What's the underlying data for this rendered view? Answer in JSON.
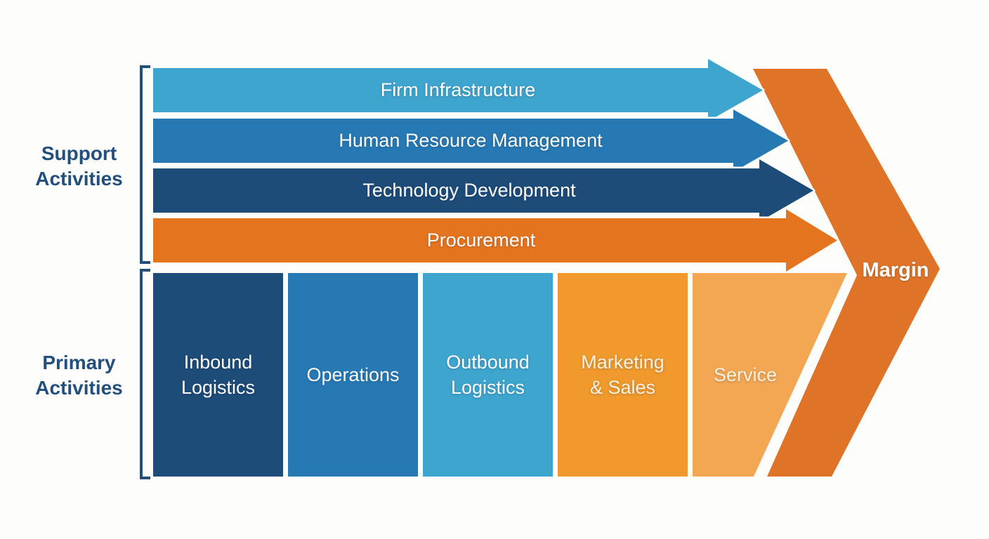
{
  "diagram": {
    "support_label": "Support\nActivities",
    "primary_label": "Primary\nActivities",
    "support_activities": [
      "Firm Infrastructure",
      "Human Resource Management",
      "Technology Development",
      "Procurement"
    ],
    "primary_activities": [
      "Inbound\nLogistics",
      "Operations",
      "Outbound\nLogistics",
      "Marketing\n& Sales",
      "Service"
    ],
    "margin_label": "Margin"
  },
  "colors": {
    "light_blue": "#3EA5CF",
    "mid_blue": "#2779B4",
    "dark_blue": "#1D4C79",
    "orange": "#E5741F",
    "marketing_orange": "#F0992D",
    "service_orange": "#F3A753",
    "chevron_orange": "#DF7429",
    "navy": "#224F7D",
    "outline_white": "#FDFDF8"
  }
}
